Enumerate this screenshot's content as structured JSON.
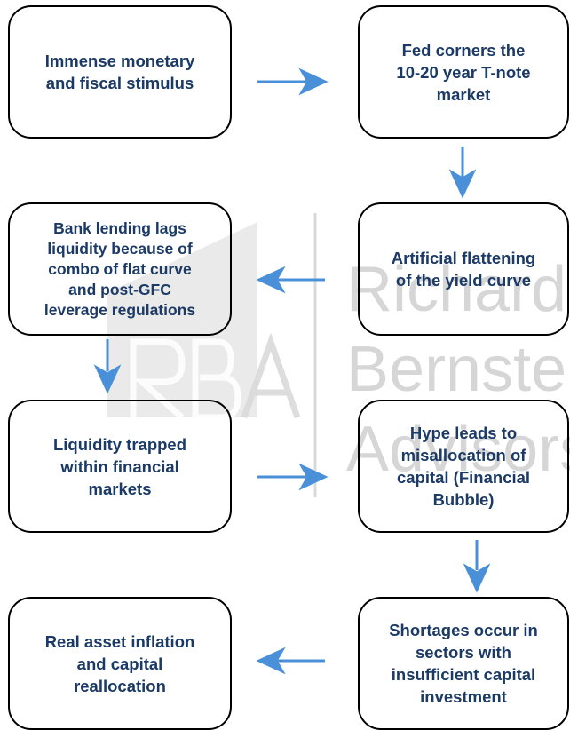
{
  "watermark": {
    "logo_letters": "RBA",
    "company_name": "Richard Bernstein Advisors",
    "color": "#d3d3d3"
  },
  "colors": {
    "text": "#1b3a66",
    "border": "#000000",
    "arrow": "#4a90d9"
  },
  "boxes": {
    "stimulus": "Immense monetary\nand fiscal stimulus",
    "fed_corners": "Fed corners the\n10-20 year T-note\nmarket",
    "flattening": "Artificial flattening\nof the yield curve",
    "bank_lending": "Bank lending lags\nliquidity because of\ncombo of flat curve\nand post-GFC\nleverage regulations",
    "liquidity_trapped": "Liquidity trapped\nwithin financial\nmarkets",
    "hype": "Hype leads to\nmisallocation of\ncapital (Financial\nBubble)",
    "shortages": "Shortages occur in\nsectors with\ninsufficient capital\ninvestment",
    "real_asset": "Real asset inflation\nand capital\nreallocation"
  },
  "arrows": [
    "right",
    "down",
    "left",
    "down",
    "right",
    "down",
    "left"
  ]
}
